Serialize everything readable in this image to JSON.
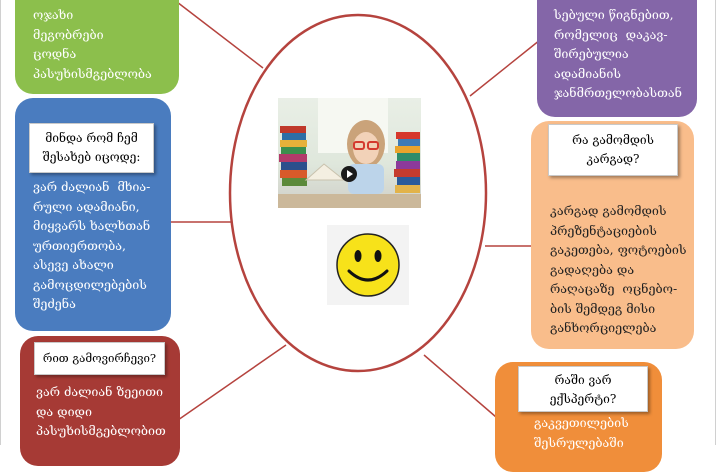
{
  "page": {
    "frame_border_color": "#d0d0d0"
  },
  "center": {
    "ellipse_stroke": "#b5433e",
    "photo": {
      "alt_icon": "play-icon"
    },
    "smiley": {
      "icon": "smiley-face-icon",
      "color": "#f7e21a"
    }
  },
  "boxes": {
    "green": {
      "color": "#8cbf4c",
      "text": "ოჯახი\nმეგობრები\nცოდნა\nპასუხისმგებლობა"
    },
    "purple": {
      "color": "#8466a8",
      "text": "სებული წიგნებით,\nრომელიც  დაკავ-\nშირებულია\nადამიანის\nჯანმრთელობასთან"
    },
    "blue": {
      "color": "#4a7cbf",
      "header": "მინდა რომ ჩემ\nშესახებ იცოდე:",
      "text": "ვარ ძალიან  მხია-\nრული ადამიანი,\nმიყვარს ხალხთან\nურთიერთობა,\nასევე ახალი\nგამოცდილებების\nშეძენა"
    },
    "peach": {
      "color": "#f9bd8b",
      "header": "რა გამომდის\nკარგად?",
      "text": "კარგად გამომდის\nპრეზენტაციების\nგაკეთება, ფოტოების\nგადაღება და\nრაღაცაზე  ოცნებო-\nბის შემდეგ მისი\nგანხორციელება"
    },
    "red": {
      "color": "#a63a35",
      "header": "რით გამოვირჩევი?",
      "text": "ვარ ძალიან ზეეითი\nდა დიდი\nპასუხისმგებლობით"
    },
    "orange": {
      "color": "#f08e3a",
      "header": "რაში ვარ\nექსპერტი?",
      "text": "გაკვეთილების\nშესრულებაში"
    }
  }
}
